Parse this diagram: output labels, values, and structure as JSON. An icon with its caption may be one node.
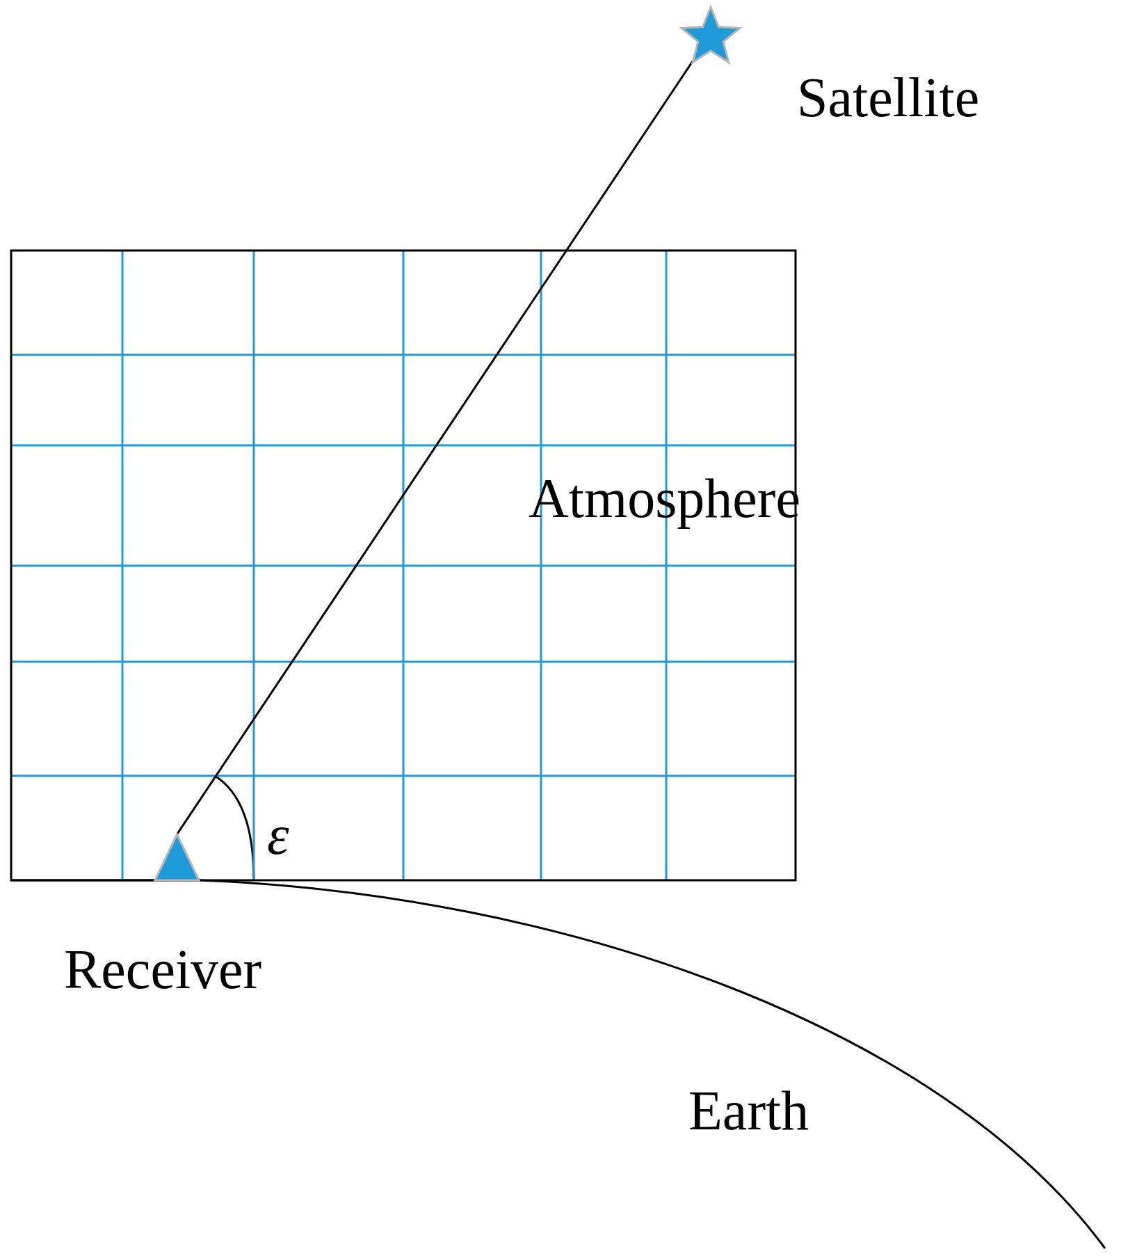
{
  "diagram": {
    "nodes": [
      {
        "text": [],
        "shape": "star",
        "beside": [
          "Satellite"
        ]
      },
      {
        "text": [],
        "shape": "triangle",
        "beside": [
          "Receiver"
        ]
      }
    ],
    "edges": [
      {
        "from": 1,
        "to": 0,
        "arrow": "none"
      }
    ],
    "labels": [
      "Atmosphere",
      "ε",
      "Earth"
    ]
  }
}
